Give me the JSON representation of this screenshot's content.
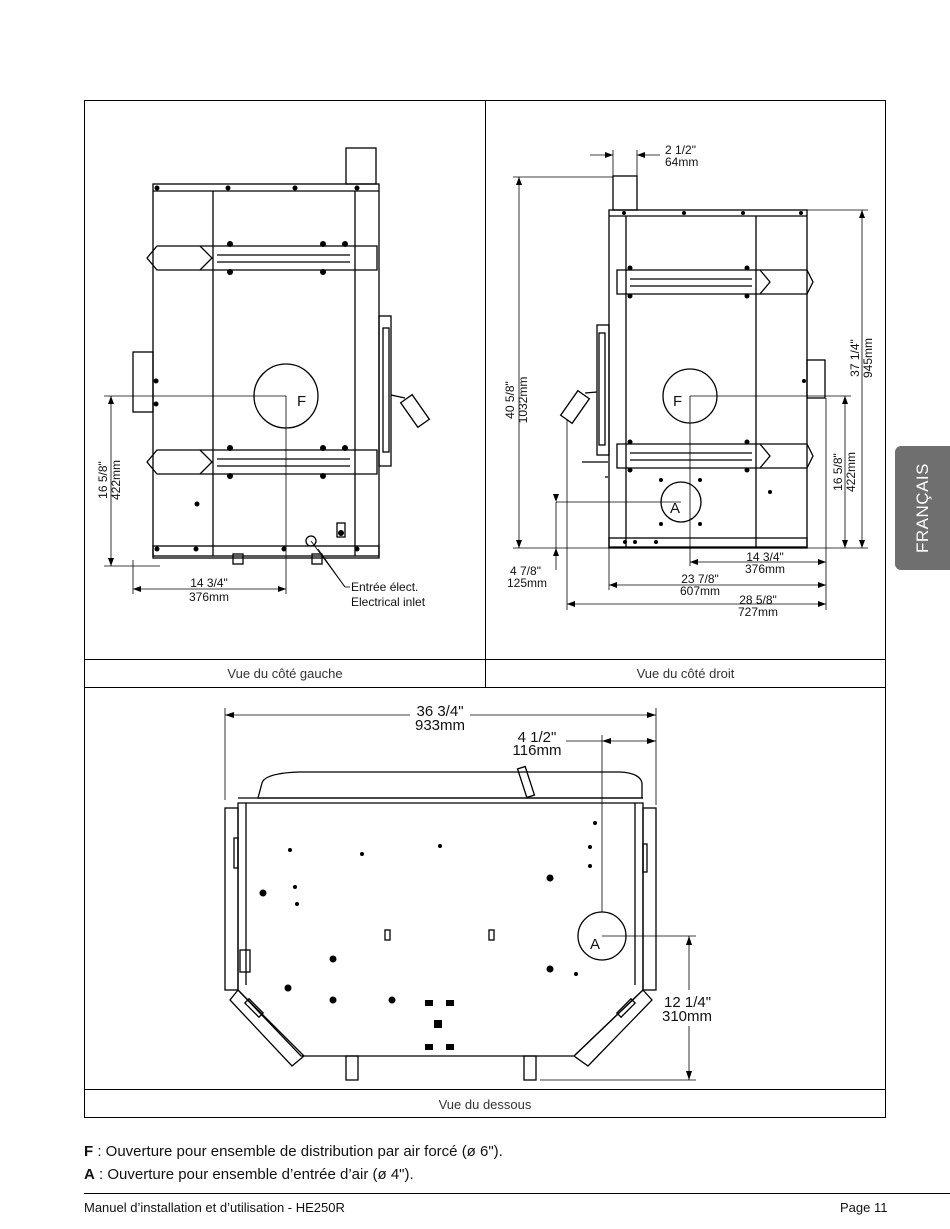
{
  "side_tab": "FRANÇAIS",
  "captions": {
    "left_view": "Vue du côté gauche",
    "right_view": "Vue du côté droit",
    "bottom_view": "Vue du dessous"
  },
  "left_view": {
    "marker_f": "F",
    "dim_height_in": "16 5/8\"",
    "dim_height_mm": "422mm",
    "dim_width_in": "14 3/4\"",
    "dim_width_mm": "376mm",
    "inlet_fr": "Entrée élect.",
    "inlet_en": "Electrical inlet"
  },
  "right_view": {
    "marker_f": "F",
    "marker_a": "A",
    "dim_top_in": "2 1/2\"",
    "dim_top_mm": "64mm",
    "dim_total_h_in": "40 5/8\"",
    "dim_total_h_mm": "1032mm",
    "dim_body_h_in": "37 1/4\"",
    "dim_body_h_mm": "945mm",
    "dim_f_h_in": "16 5/8\"",
    "dim_f_h_mm": "422mm",
    "dim_a_h_in": "4 7/8\"",
    "dim_a_h_mm": "125mm",
    "dim_f_w_in": "14 3/4\"",
    "dim_f_w_mm": "376mm",
    "dim_body_w_in": "23 7/8\"",
    "dim_body_w_mm": "607mm",
    "dim_total_w_in": "28 5/8\"",
    "dim_total_w_mm": "727mm"
  },
  "bottom_view": {
    "marker_a": "A",
    "dim_width_in": "36 3/4\"",
    "dim_width_mm": "933mm",
    "dim_a_off_in": "4 1/2\"",
    "dim_a_off_mm": "116mm",
    "dim_a_depth_in": "12 1/4\"",
    "dim_a_depth_mm": "310mm"
  },
  "legend": [
    {
      "key": "F",
      "text": " : Ouverture pour ensemble de distribution par air forcé (ø 6\")."
    },
    {
      "key": "A",
      "text": " : Ouverture pour ensemble d’entrée d’air (ø 4\")."
    }
  ],
  "footer": {
    "left": "Manuel d’installation et d’utilisation - HE250R",
    "right": "Page 11"
  }
}
